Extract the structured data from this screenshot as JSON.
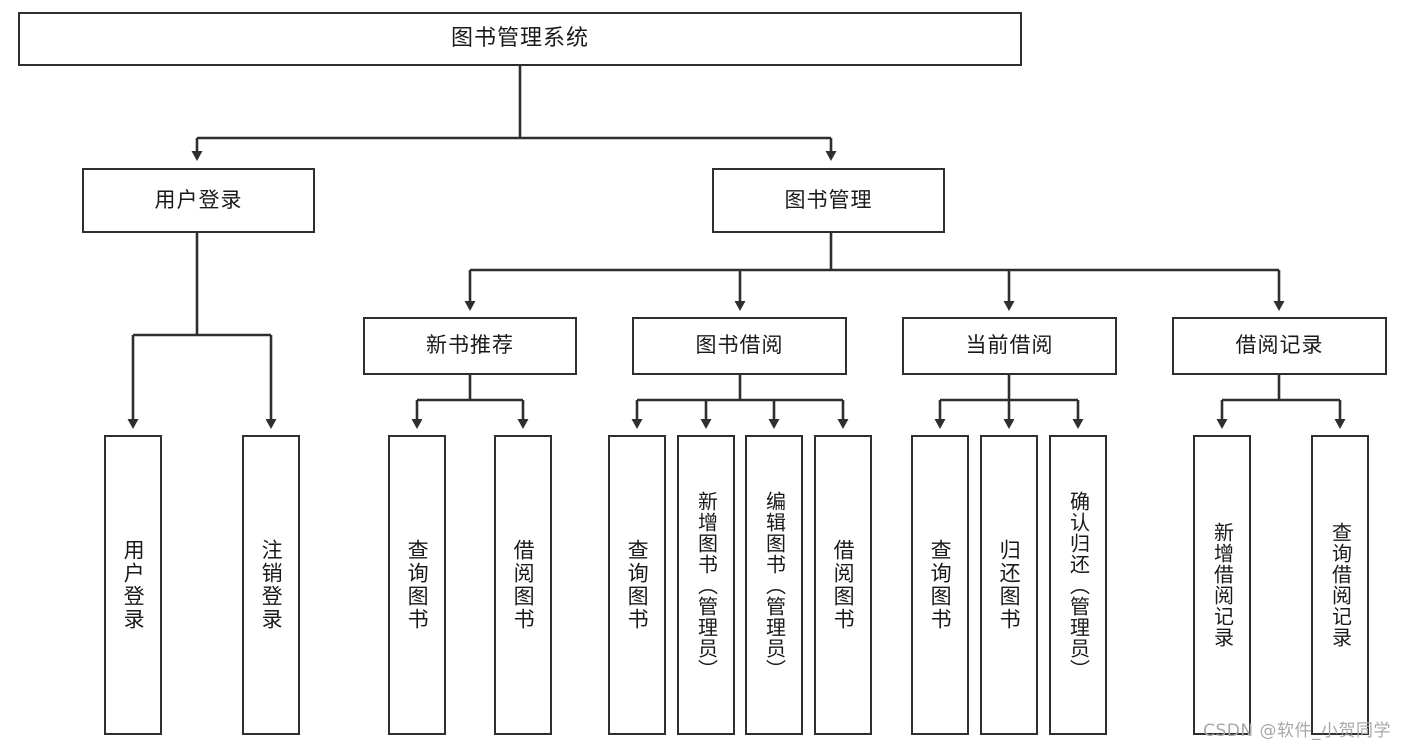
{
  "diagram": {
    "title": "图书管理系统",
    "watermark": "CSDN @软件_小贺同学",
    "colors": {
      "stroke": "#2f2f2f",
      "box_fill": "#ffffff",
      "text": "#1a1a1a",
      "background": "#ffffff",
      "watermark": "#a8a8a8"
    },
    "root": {
      "label": "图书管理系统"
    },
    "level2": [
      {
        "label": "用户登录"
      },
      {
        "label": "图书管理"
      }
    ],
    "level3": [
      {
        "label": "新书推荐"
      },
      {
        "label": "图书借阅"
      },
      {
        "label": "当前借阅"
      },
      {
        "label": "借阅记录"
      }
    ],
    "leaves": {
      "user_login": [
        {
          "label": "用户登录"
        },
        {
          "label": "注销登录"
        }
      ],
      "new_book_recommend": [
        {
          "label": "查询图书"
        },
        {
          "label": "借阅图书"
        }
      ],
      "book_borrow": [
        {
          "label": "查询图书"
        },
        {
          "label": "新增图书（管理员）"
        },
        {
          "label": "编辑图书（管理员）"
        },
        {
          "label": "借阅图书"
        }
      ],
      "current_borrow": [
        {
          "label": "查询图书"
        },
        {
          "label": "归还图书"
        },
        {
          "label": "确认归还（管理员）"
        }
      ],
      "borrow_record": [
        {
          "label": "新增借阅记录"
        },
        {
          "label": "查询借阅记录"
        }
      ]
    }
  }
}
